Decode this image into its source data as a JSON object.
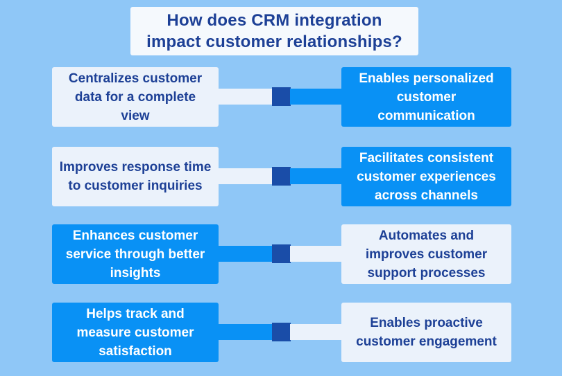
{
  "palette": {
    "background": "#8FC7F7",
    "title_bg": "#F5F9FD",
    "light_box": "#EBF2FB",
    "blue_box": "#0991F5",
    "navy_text": "#1D4096",
    "connector_square": "#1A4DA8",
    "white_text": "#FFFFFF"
  },
  "title": {
    "text": "How does CRM integration impact customer relationships?"
  },
  "rows": [
    {
      "left": {
        "text": "Centralizes customer data for a complete view",
        "variant": "light"
      },
      "right": {
        "text": "Enables personalized customer communication",
        "variant": "blue"
      }
    },
    {
      "left": {
        "text": "Improves response time to customer inquiries",
        "variant": "light"
      },
      "right": {
        "text": "Facilitates consistent customer experiences across channels",
        "variant": "blue"
      }
    },
    {
      "left": {
        "text": "Enhances customer service through better insights",
        "variant": "blue"
      },
      "right": {
        "text": "Automates and improves customer support processes",
        "variant": "light"
      }
    },
    {
      "left": {
        "text": "Helps track and measure customer satisfaction",
        "variant": "blue"
      },
      "right": {
        "text": "Enables proactive customer engagement",
        "variant": "light"
      }
    }
  ]
}
